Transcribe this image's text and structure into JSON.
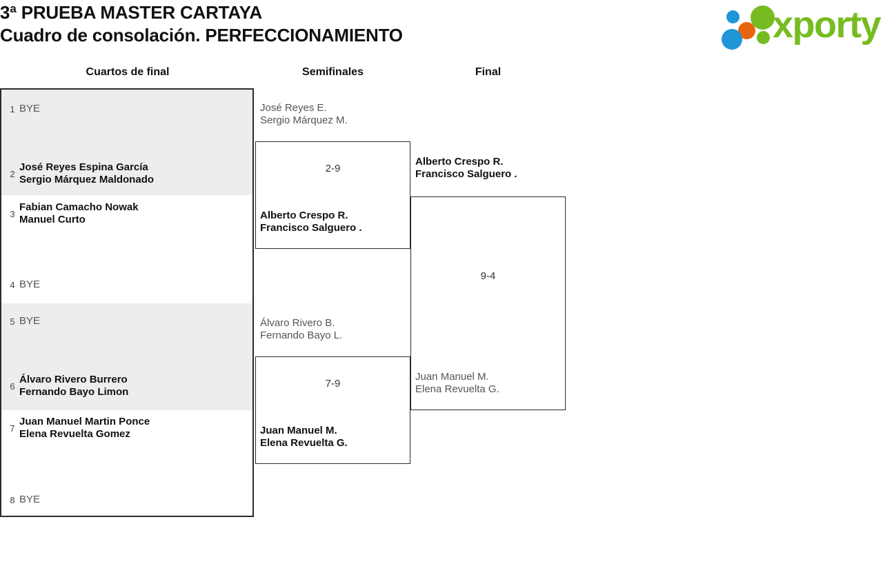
{
  "header": {
    "title_line1": "3ª PRUEBA MASTER CARTAYA",
    "title_line2": "Cuadro de consolación. PERFECCIONAMIENTO",
    "logo_text": "xporty",
    "logo_colors": {
      "green": "#76bc21",
      "blue": "#2196d6",
      "orange": "#e8650d"
    }
  },
  "rounds": [
    {
      "label": "Cuartos de final"
    },
    {
      "label": "Semifinales"
    },
    {
      "label": "Final"
    }
  ],
  "bracket": {
    "quarterfinals": [
      {
        "shaded": true,
        "slots": [
          {
            "seed": "1",
            "line1": "BYE",
            "line2": "",
            "status": "bye"
          },
          {
            "seed": "2",
            "line1": "José Reyes Espina García",
            "line2": "Sergio Márquez Maldonado",
            "status": "winner"
          }
        ]
      },
      {
        "shaded": false,
        "slots": [
          {
            "seed": "3",
            "line1": "Fabian Camacho Nowak",
            "line2": "Manuel Curto",
            "status": "winner"
          },
          {
            "seed": "4",
            "line1": "BYE",
            "line2": "",
            "status": "bye"
          }
        ]
      },
      {
        "shaded": true,
        "slots": [
          {
            "seed": "5",
            "line1": "BYE",
            "line2": "",
            "status": "bye"
          },
          {
            "seed": "6",
            "line1": "Álvaro Rivero Burrero",
            "line2": "Fernando Bayo Limon",
            "status": "winner"
          }
        ]
      },
      {
        "shaded": false,
        "slots": [
          {
            "seed": "7",
            "line1": "Juan Manuel Martin Ponce",
            "line2": "Elena Revuelta Gomez",
            "status": "winner"
          },
          {
            "seed": "8",
            "line1": "BYE",
            "line2": "",
            "status": "bye"
          }
        ]
      }
    ],
    "semifinals": [
      {
        "score": "2-9",
        "top": {
          "line1": "José Reyes E.",
          "line2": "Sergio Márquez M.",
          "status": "loser"
        },
        "bottom": {
          "line1": "Alberto Crespo R.",
          "line2": "Francisco Salguero .",
          "status": "winner"
        }
      },
      {
        "score": "7-9",
        "top": {
          "line1": "Álvaro Rivero B.",
          "line2": "Fernando Bayo L.",
          "status": "loser"
        },
        "bottom": {
          "line1": "Juan Manuel M.",
          "line2": "Elena Revuelta G.",
          "status": "winner"
        }
      }
    ],
    "final": {
      "score": "9-4",
      "top": {
        "line1": "Alberto Crespo R.",
        "line2": "Francisco Salguero .",
        "status": "winner"
      },
      "bottom": {
        "line1": "Juan Manuel M.",
        "line2": "Elena Revuelta G.",
        "status": "loser"
      }
    }
  }
}
